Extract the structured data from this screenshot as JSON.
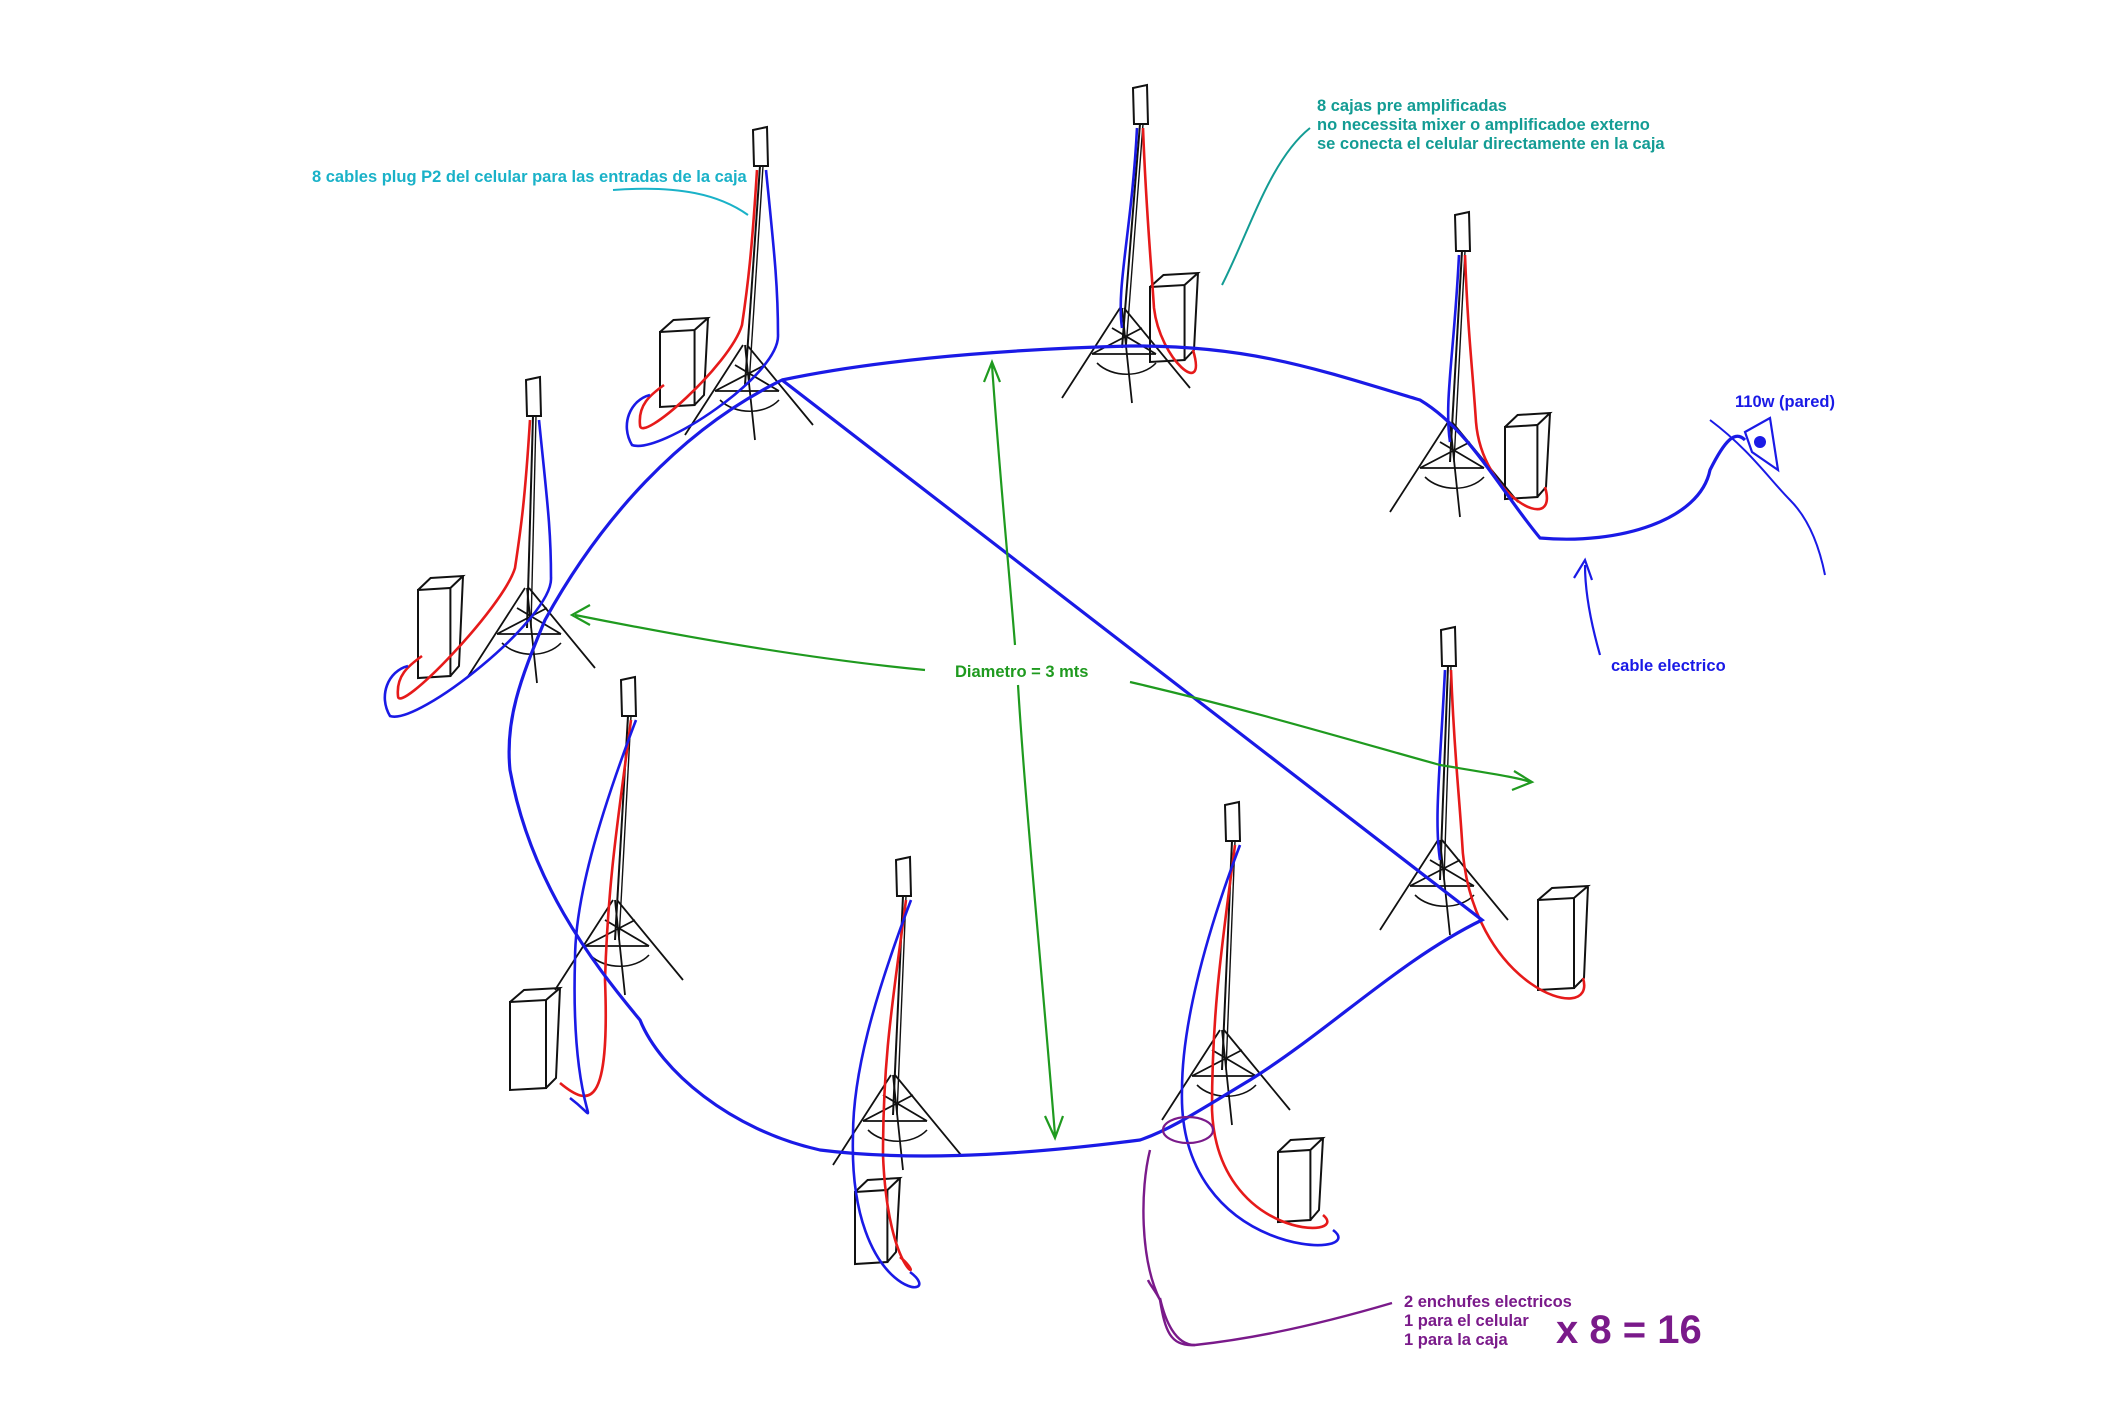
{
  "colors": {
    "ink": "#111111",
    "power_cable": "#1a1ae6",
    "audio_cable": "#e61a1a",
    "measure": "#1f9a1f",
    "annotation_cyan": "#1ab2c8",
    "annotation_teal": "#139c94",
    "annotation_purple": "#7a1a8a",
    "background": "#ffffff"
  },
  "labels": {
    "cables_p2": "8 cables plug P2 del celular para las entradas de la caja",
    "cajas": [
      "8 cajas pre amplificadas",
      "no necessita mixer o amplificadoe externo",
      "se conecta el celular directamente en la caja"
    ],
    "wall_power": "110w (pared)",
    "cable_electrico": "cable electrico",
    "diametro": "Diametro = 3 mts",
    "enchufes": [
      "2 enchufes electricos",
      "1 para el celular",
      "1 para la caja"
    ],
    "total": "x 8 = 16"
  },
  "diagram": {
    "station_count": 8,
    "station_parts": [
      "tripod-stand",
      "phone",
      "speaker-box",
      "audio-cable",
      "power-cable"
    ]
  }
}
